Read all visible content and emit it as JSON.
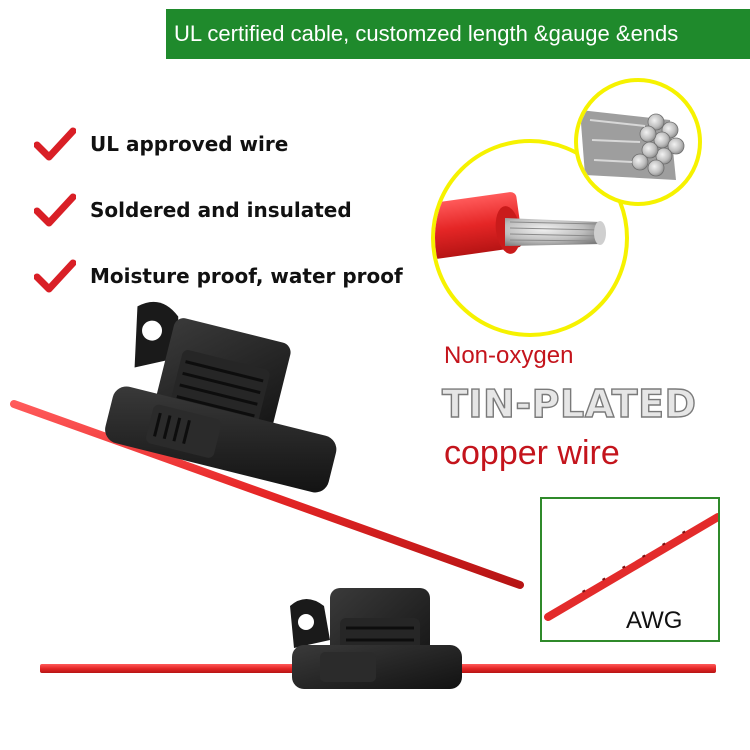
{
  "banner": {
    "text": "UL certified cable, customzed length &gauge &ends"
  },
  "features": [
    {
      "label": "UL approved wire"
    },
    {
      "label": "Soldered and insulated"
    },
    {
      "label": "Moisture proof, water proof"
    }
  ],
  "callout": {
    "line1": "Non-oxygen",
    "line2": "TIN-PLATED",
    "line3": "copper wire"
  },
  "inset": {
    "label": "AWG"
  },
  "colors": {
    "banner_green": "#1f8a2c",
    "check_red": "#d91f26",
    "wire_red": "#e32b2b",
    "holder_black": "#1e1e1e",
    "ring_yellow": "#f6f200",
    "callout_red": "#c4141c",
    "inset_border": "#2f8a2a"
  },
  "icons": [
    "checkmark-icon",
    "fuse-holder-graphic",
    "wire-closeup-graphic"
  ]
}
